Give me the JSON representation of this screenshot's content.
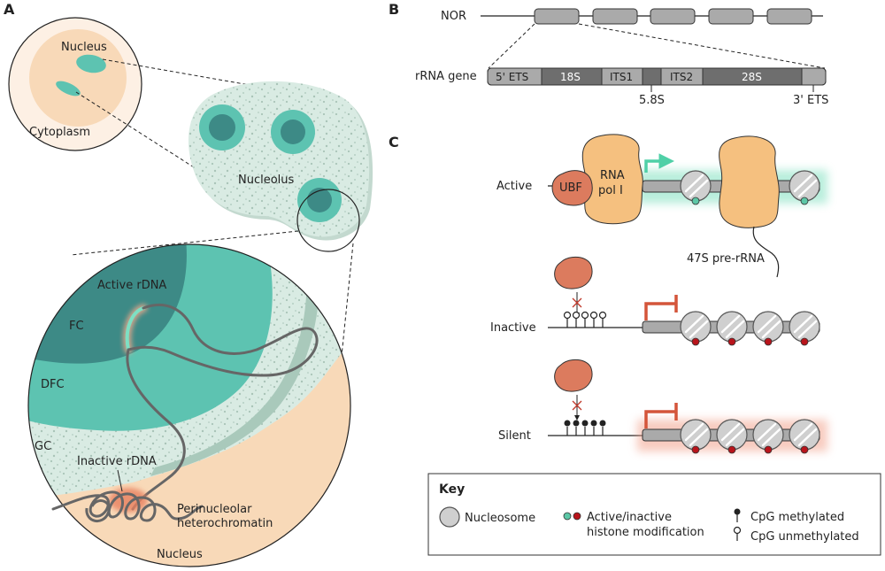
{
  "panels": {
    "a": "A",
    "b": "B",
    "c": "C"
  },
  "panel_a": {
    "cell_nucleus": "Nucleus",
    "cell_cytoplasm": "Cytoplasm",
    "nucleolus": "Nucleolus",
    "fc": "FC",
    "dfc": "DFC",
    "gc": "GC",
    "active_rdna": "Active rDNA",
    "inactive_rdna": "Inactive rDNA",
    "perinucleolar_line1": "Perinucleolar",
    "perinucleolar_line2": "heterochromatin",
    "zoom_nucleus": "Nucleus"
  },
  "panel_b": {
    "nor": "NOR",
    "rrna_gene": "rRNA gene",
    "segments": [
      "5' ETS",
      "18S",
      "ITS1",
      "",
      "ITS2",
      "28S",
      ""
    ],
    "label_58s": "5.8S",
    "label_3ets": "3' ETS"
  },
  "panel_c": {
    "active": "Active",
    "inactive": "Inactive",
    "silent": "Silent",
    "ubf": "UBF",
    "rna_pol_line1": "RNA",
    "rna_pol_line2": "pol I",
    "pre_rrna": "47S pre-rRNA"
  },
  "key": {
    "title": "Key",
    "nucleosome": "Nucleosome",
    "histone_line1": "Active/inactive",
    "histone_line2": "histone modification",
    "cpg_methylated": "CpG methylated",
    "cpg_unmethylated": "CpG unmethylated"
  },
  "colors": {
    "teal_dark": "#3d8a86",
    "teal": "#5dc3b1",
    "mint": "#d9ebe3",
    "peach": "#f8d9b8",
    "peach_light": "#fdf0e4",
    "salmon": "#dc7b5e",
    "orange": "#f5c07f",
    "gray_nuc": "#cfcfcf",
    "gray_dark": "#6e6e6e",
    "gray_mid": "#aaaaaa",
    "red_mod": "#b8141b",
    "green_mod": "#5cc7a6",
    "arrow_green": "#4fd0a7"
  }
}
